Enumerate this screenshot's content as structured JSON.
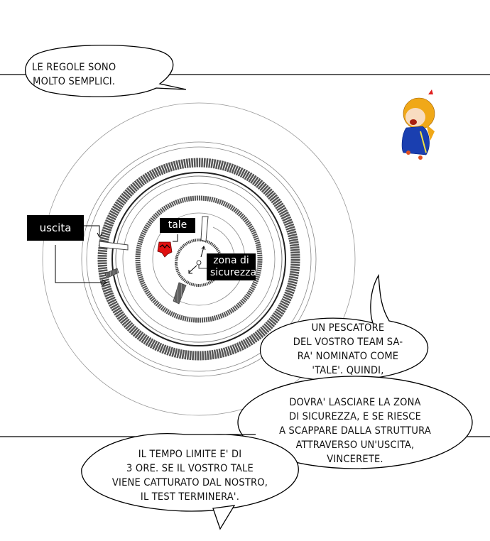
{
  "bubbles": [
    {
      "lines": [
        "LE REGOLE SONO",
        "MOLTO SEMPLICI."
      ]
    },
    {
      "lines": [
        "UN PESCATORE",
        "DEL VOSTRO TEAM SA-",
        "RA' NOMINATO COME",
        "'TALE'. QUINDI,"
      ]
    },
    {
      "lines": [
        "DOVRA' LASCIARE LA ZONA",
        "DI SICUREZZA, E SE RIESCE",
        "A SCAPPARE DALLA STRUTTURA",
        "ATTRAVERSO UN'USCITA,",
        "VINCERETE."
      ]
    },
    {
      "lines": [
        "IL TEMPO LIMITE E' DI",
        "3 ORE. SE IL VOSTRO TALE",
        "VIENE CATTURATO DAL NOSTRO,",
        "IL TEST TERMINERA'."
      ]
    }
  ],
  "labels": {
    "exit": "uscita",
    "tale": "tale",
    "safe_zone_1": "zona di",
    "safe_zone_2": "sicurezza"
  },
  "colors": {
    "ring": "#555555",
    "tale_marker": "#e01010",
    "character_robe": "#1a3fb0",
    "character_hair": "#f0a818"
  }
}
